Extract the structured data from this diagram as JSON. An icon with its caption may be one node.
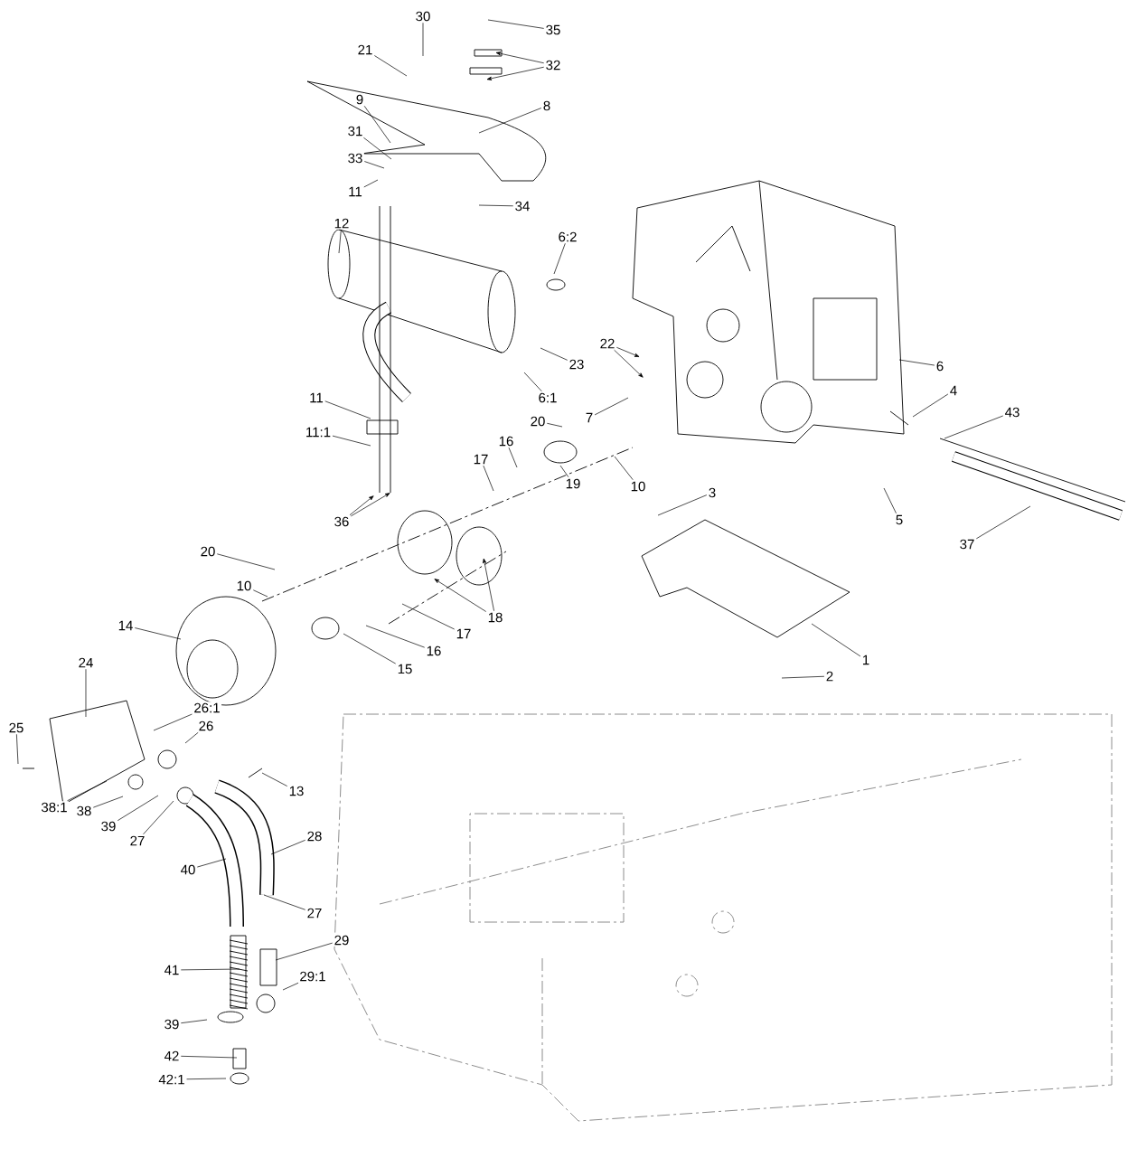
{
  "diagram": {
    "nodes": [
      {
        "text": [
          "30"
        ]
      },
      {
        "text": [
          "21"
        ]
      },
      {
        "text": [
          "35"
        ]
      },
      {
        "text": [
          "32"
        ]
      },
      {
        "text": [
          "8"
        ]
      },
      {
        "text": [
          "9"
        ]
      },
      {
        "text": [
          "31"
        ]
      },
      {
        "text": [
          "33"
        ]
      },
      {
        "text": [
          "11"
        ]
      },
      {
        "text": [
          "34"
        ]
      },
      {
        "text": [
          "12"
        ]
      },
      {
        "text": [
          "6:2"
        ]
      },
      {
        "text": [
          "23"
        ]
      },
      {
        "text": [
          "6:1"
        ]
      },
      {
        "text": [
          "22"
        ]
      },
      {
        "text": [
          "6"
        ]
      },
      {
        "text": [
          "4"
        ]
      },
      {
        "text": [
          "43"
        ]
      },
      {
        "text": [
          "7"
        ]
      },
      {
        "text": [
          "20"
        ]
      },
      {
        "text": [
          "11"
        ]
      },
      {
        "text": [
          "11:1"
        ]
      },
      {
        "text": [
          "16"
        ]
      },
      {
        "text": [
          "17"
        ]
      },
      {
        "text": [
          "10"
        ]
      },
      {
        "text": [
          "19"
        ]
      },
      {
        "text": [
          "3"
        ]
      },
      {
        "text": [
          "5"
        ]
      },
      {
        "text": [
          "37"
        ]
      },
      {
        "text": [
          "36"
        ]
      },
      {
        "text": [
          "20"
        ]
      },
      {
        "text": [
          "10"
        ]
      },
      {
        "text": [
          "18"
        ]
      },
      {
        "text": [
          "14"
        ]
      },
      {
        "text": [
          "17"
        ]
      },
      {
        "text": [
          "16"
        ]
      },
      {
        "text": [
          "15"
        ]
      },
      {
        "text": [
          "1"
        ]
      },
      {
        "text": [
          "2"
        ]
      },
      {
        "text": [
          "24"
        ]
      },
      {
        "text": [
          "26:1"
        ]
      },
      {
        "text": [
          "26"
        ]
      },
      {
        "text": [
          "25"
        ]
      },
      {
        "text": [
          "13"
        ]
      },
      {
        "text": [
          "38:1"
        ]
      },
      {
        "text": [
          "38"
        ]
      },
      {
        "text": [
          "39"
        ]
      },
      {
        "text": [
          "27"
        ]
      },
      {
        "text": [
          "28"
        ]
      },
      {
        "text": [
          "40"
        ]
      },
      {
        "text": [
          "27"
        ]
      },
      {
        "text": [
          "29"
        ]
      },
      {
        "text": [
          "41"
        ]
      },
      {
        "text": [
          "29:1"
        ]
      },
      {
        "text": [
          "39"
        ]
      },
      {
        "text": [
          "42"
        ]
      },
      {
        "text": [
          "42:1"
        ]
      }
    ],
    "edges": [
      {
        "from": 0,
        "to": null,
        "arrow": "none"
      },
      {
        "from": 1,
        "to": null,
        "arrow": "none"
      },
      {
        "from": 2,
        "to": null,
        "arrow": "none"
      },
      {
        "from": 3,
        "to": null,
        "arrow": "to"
      },
      {
        "from": 3,
        "to": null,
        "arrow": "to"
      },
      {
        "from": 4,
        "to": null,
        "arrow": "none"
      },
      {
        "from": 5,
        "to": null,
        "arrow": "none"
      },
      {
        "from": 6,
        "to": null,
        "arrow": "none"
      },
      {
        "from": 7,
        "to": null,
        "arrow": "none"
      },
      {
        "from": 8,
        "to": null,
        "arrow": "none"
      },
      {
        "from": 9,
        "to": null,
        "arrow": "none"
      },
      {
        "from": 10,
        "to": null,
        "arrow": "none"
      },
      {
        "from": 11,
        "to": null,
        "arrow": "none"
      },
      {
        "from": 12,
        "to": null,
        "arrow": "none"
      },
      {
        "from": 13,
        "to": null,
        "arrow": "none"
      },
      {
        "from": 14,
        "to": null,
        "arrow": "to"
      },
      {
        "from": 14,
        "to": null,
        "arrow": "to"
      },
      {
        "from": 15,
        "to": null,
        "arrow": "none"
      },
      {
        "from": 16,
        "to": null,
        "arrow": "none"
      },
      {
        "from": 17,
        "to": null,
        "arrow": "none"
      },
      {
        "from": 18,
        "to": null,
        "arrow": "none"
      },
      {
        "from": 19,
        "to": null,
        "arrow": "none"
      },
      {
        "from": 20,
        "to": null,
        "arrow": "none"
      },
      {
        "from": 21,
        "to": null,
        "arrow": "none"
      },
      {
        "from": 22,
        "to": null,
        "arrow": "none"
      },
      {
        "from": 23,
        "to": null,
        "arrow": "none"
      },
      {
        "from": 24,
        "to": null,
        "arrow": "none"
      },
      {
        "from": 25,
        "to": null,
        "arrow": "none"
      },
      {
        "from": 26,
        "to": null,
        "arrow": "none"
      },
      {
        "from": 27,
        "to": null,
        "arrow": "none"
      },
      {
        "from": 28,
        "to": null,
        "arrow": "none"
      },
      {
        "from": 29,
        "to": null,
        "arrow": "to"
      },
      {
        "from": 29,
        "to": null,
        "arrow": "to"
      },
      {
        "from": 30,
        "to": null,
        "arrow": "none"
      },
      {
        "from": 31,
        "to": null,
        "arrow": "none"
      },
      {
        "from": 32,
        "to": null,
        "arrow": "to"
      },
      {
        "from": 32,
        "to": null,
        "arrow": "to"
      },
      {
        "from": 33,
        "to": null,
        "arrow": "none"
      },
      {
        "from": 34,
        "to": null,
        "arrow": "none"
      },
      {
        "from": 35,
        "to": null,
        "arrow": "none"
      },
      {
        "from": 36,
        "to": null,
        "arrow": "none"
      },
      {
        "from": 37,
        "to": null,
        "arrow": "none"
      },
      {
        "from": 38,
        "to": null,
        "arrow": "none"
      },
      {
        "from": 39,
        "to": null,
        "arrow": "none"
      },
      {
        "from": 40,
        "to": null,
        "arrow": "none"
      },
      {
        "from": 41,
        "to": null,
        "arrow": "none"
      },
      {
        "from": 42,
        "to": null,
        "arrow": "none"
      },
      {
        "from": 43,
        "to": null,
        "arrow": "none"
      },
      {
        "from": 44,
        "to": null,
        "arrow": "none"
      },
      {
        "from": 45,
        "to": null,
        "arrow": "none"
      },
      {
        "from": 46,
        "to": null,
        "arrow": "none"
      },
      {
        "from": 47,
        "to": null,
        "arrow": "none"
      },
      {
        "from": 48,
        "to": null,
        "arrow": "none"
      },
      {
        "from": 49,
        "to": null,
        "arrow": "none"
      },
      {
        "from": 50,
        "to": null,
        "arrow": "none"
      },
      {
        "from": 51,
        "to": null,
        "arrow": "none"
      },
      {
        "from": 52,
        "to": null,
        "arrow": "none"
      },
      {
        "from": 53,
        "to": null,
        "arrow": "none"
      },
      {
        "from": 54,
        "to": null,
        "arrow": "none"
      },
      {
        "from": 55,
        "to": null,
        "arrow": "none"
      },
      {
        "from": 56,
        "to": null,
        "arrow": "none"
      }
    ]
  }
}
